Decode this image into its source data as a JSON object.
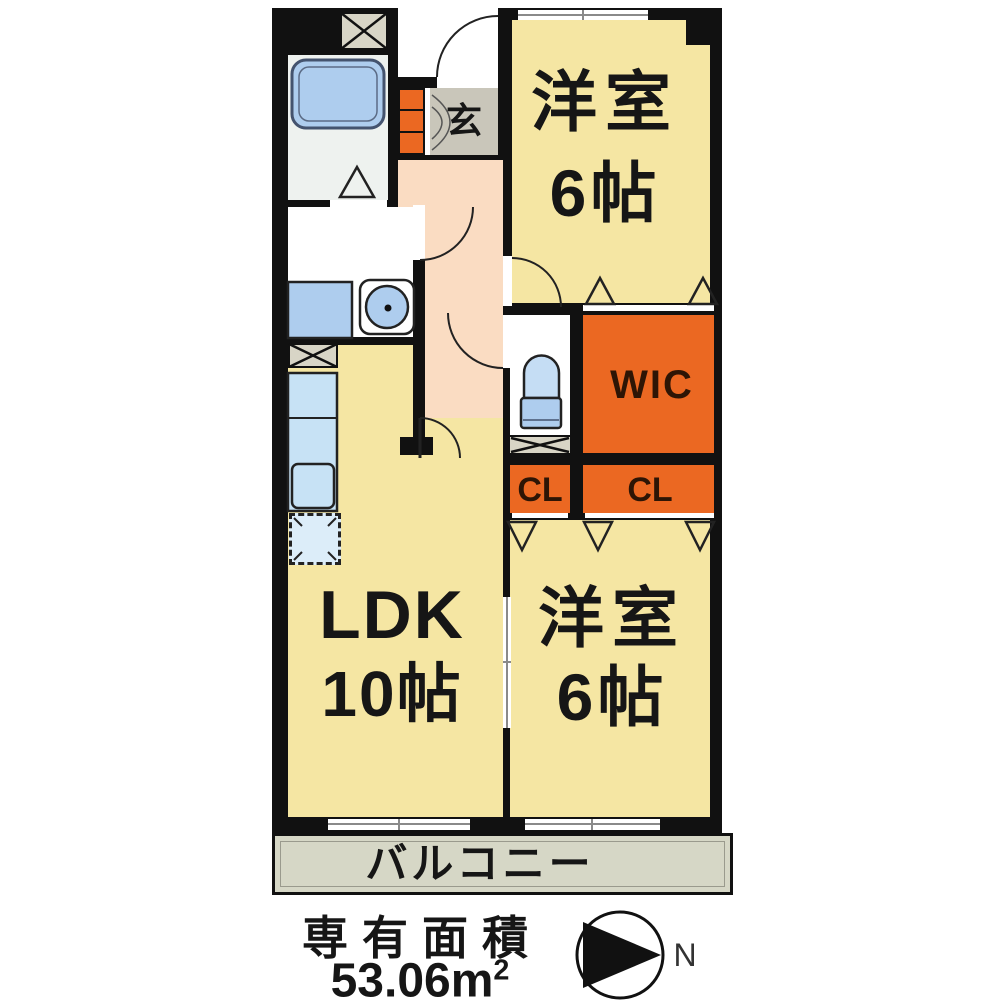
{
  "plan": {
    "entrance": {
      "label": "玄"
    },
    "bedroom1": {
      "name": "洋室",
      "size": "6帖"
    },
    "bedroom2": {
      "name": "洋室",
      "size": "6帖"
    },
    "ldk": {
      "name": "LDK",
      "size": "10帖"
    },
    "wic": {
      "label": "WIC"
    },
    "cl_left": {
      "label": "CL"
    },
    "cl_right": {
      "label": "CL"
    },
    "balcony": {
      "label": "バルコニー"
    }
  },
  "footer": {
    "area_label": "専有面積",
    "area_value": "53.06",
    "area_unit": "m",
    "area_unit_exp": "2",
    "compass_north": "N"
  },
  "colors": {
    "room_yellow": "#F5E6A3",
    "closet_orange": "#EB6822",
    "hall_peach": "#FADCC2",
    "entrance_gray": "#C9C6BA",
    "balcony_gray": "#D6D7C6",
    "fixture_blue": "#AECDEE",
    "wall_black": "#111111"
  }
}
